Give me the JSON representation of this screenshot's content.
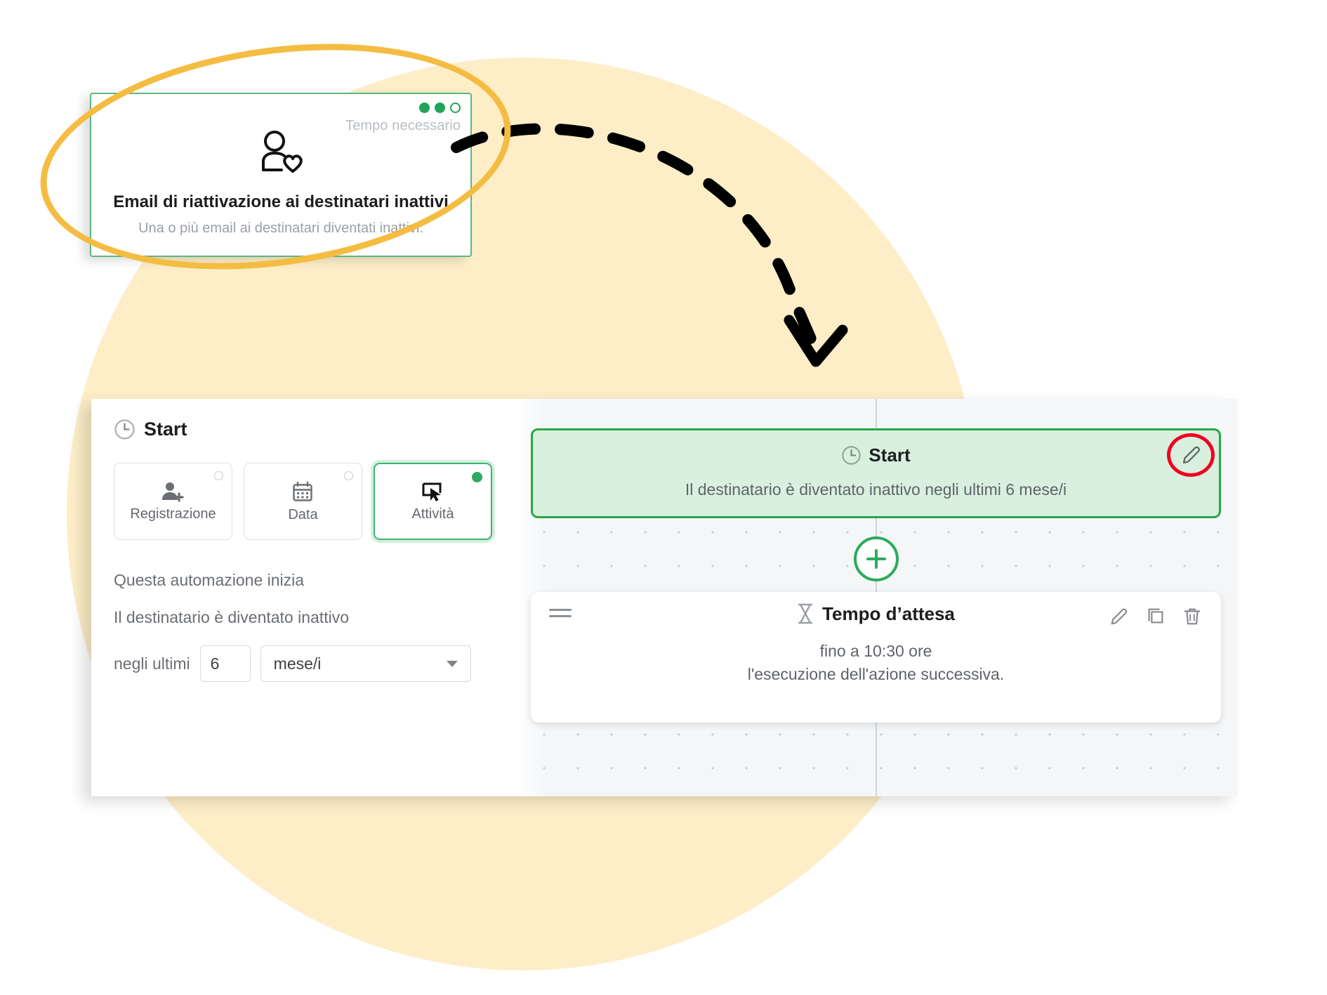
{
  "template_card": {
    "time_label": "Tempo necessario",
    "steps_filled": 2,
    "steps_total": 3,
    "icon": "user-heart-icon",
    "title": "Email di riattivazione ai destinatari inattivi",
    "subtitle": "Una o più email ai destinatari diventati inattivi."
  },
  "panel": {
    "icon": "clock-icon",
    "title": "Start",
    "triggers": [
      {
        "label": "Registrazione",
        "icon": "user-add-icon",
        "selected": false
      },
      {
        "label": "Data",
        "icon": "calendar-icon",
        "selected": false
      },
      {
        "label": "Attività",
        "icon": "cursor-click-icon",
        "selected": true
      }
    ],
    "intro_line": "Questa automazione inizia",
    "condition_line": "Il destinatario è diventato inattivo",
    "period_label": "negli ultimi",
    "period_value": "6",
    "period_unit": "mese/i"
  },
  "canvas": {
    "start_node": {
      "icon": "clock-icon",
      "title": "Start",
      "description": "Il destinatario è diventato inattivo negli ultimi 6 mese/i",
      "edit_icon": "pencil-icon"
    },
    "add_button": "plus-icon",
    "wait_node": {
      "drag_handle": "drag-handle-icon",
      "icon": "hourglass-icon",
      "title": "Tempo d’attesa",
      "line1": "fino a 10:30 ore",
      "line2": "l'esecuzione dell'azione successiva.",
      "actions": [
        "pencil-icon",
        "duplicate-icon",
        "trash-icon"
      ]
    }
  },
  "annotations": {
    "highlight_ellipse": "yellow-highlight-ellipse",
    "arrow": "dashed-curved-arrow",
    "red_ring": "red-highlight-ring"
  },
  "colors": {
    "green": "#28a745",
    "green_light": "#d9f0df",
    "yellow": "#f5bc42",
    "blob": "#fdeec8",
    "red": "#f1001f"
  }
}
